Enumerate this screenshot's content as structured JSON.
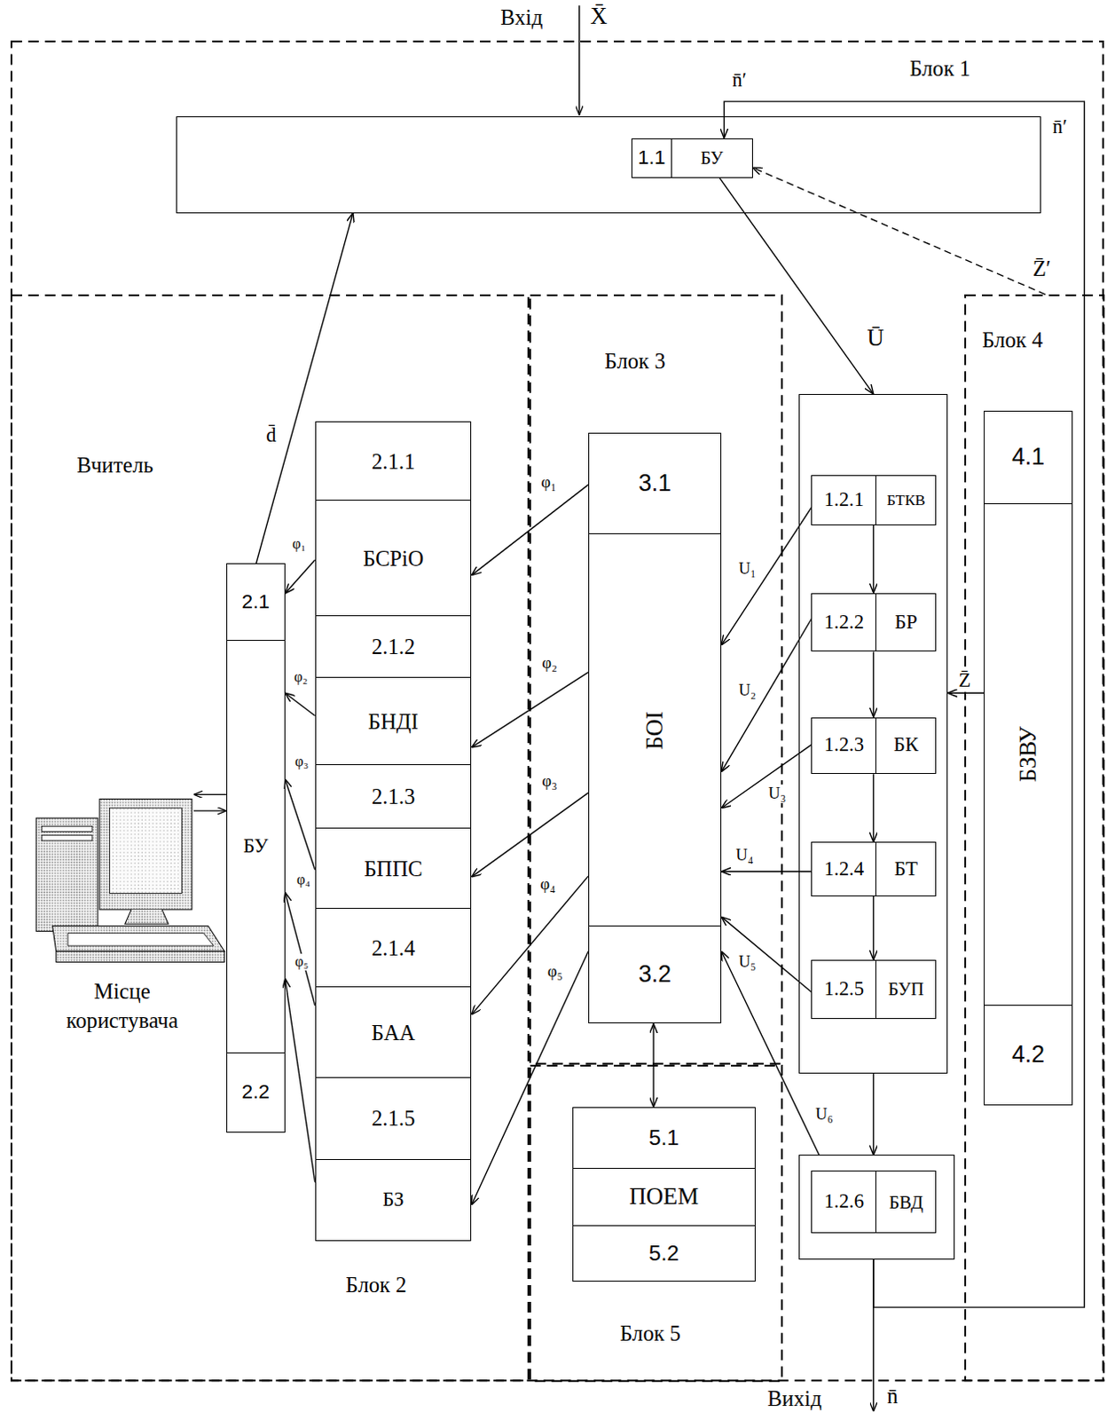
{
  "diagram": {
    "nodes": [
      {
        "text": [
          "Блок 1"
        ]
      },
      {
        "text": [],
        "in": 0
      },
      {
        "text": [
          "1.1",
          "БУ"
        ],
        "in": 1
      },
      {
        "text": [
          "Блок 2"
        ],
        "in": 0
      },
      {
        "text": [
          "2.1"
        ],
        "in": 3
      },
      {
        "text": [
          "БУ"
        ],
        "in": 3
      },
      {
        "text": [
          "2.2"
        ],
        "in": 3
      },
      {
        "text": [
          "2.1.1"
        ],
        "in": 3
      },
      {
        "text": [
          "БСРіО"
        ],
        "in": 3
      },
      {
        "text": [
          "2.1.2"
        ],
        "in": 3
      },
      {
        "text": [
          "БНДІ"
        ],
        "in": 3
      },
      {
        "text": [
          "2.1.3"
        ],
        "in": 3
      },
      {
        "text": [
          "БППС"
        ],
        "in": 3
      },
      {
        "text": [
          "2.1.4"
        ],
        "in": 3
      },
      {
        "text": [
          "БАА"
        ],
        "in": 3
      },
      {
        "text": [
          "2.1.5"
        ],
        "in": 3
      },
      {
        "text": [
          "БЗ"
        ],
        "in": 3
      },
      {
        "text": [
          "Блок 3"
        ],
        "in": 0
      },
      {
        "text": [
          "3.1"
        ],
        "in": 17
      },
      {
        "text": [
          "БОІ"
        ],
        "in": 17
      },
      {
        "text": [
          "3.2"
        ],
        "in": 17
      },
      {
        "text": [
          "Блок 5"
        ],
        "in": 0
      },
      {
        "text": [
          "5.1"
        ],
        "in": 21
      },
      {
        "text": [
          "ПОЕМ"
        ],
        "in": 21
      },
      {
        "text": [
          "5.2"
        ],
        "in": 21
      },
      {
        "text": [],
        "in": 0
      },
      {
        "text": [
          "1.2.1",
          "БТКВ"
        ],
        "in": 25
      },
      {
        "text": [
          "1.2.2",
          "БР"
        ],
        "in": 25
      },
      {
        "text": [
          "1.2.3",
          "БК"
        ],
        "in": 25
      },
      {
        "text": [
          "1.2.4",
          "БТ"
        ],
        "in": 25
      },
      {
        "text": [
          "1.2.5",
          "БУП"
        ],
        "in": 25
      },
      {
        "text": [],
        "in": 0
      },
      {
        "text": [
          "1.2.6",
          "БВД"
        ],
        "in": 31
      },
      {
        "text": [
          "Блок 4"
        ],
        "in": 0
      },
      {
        "text": [
          "4.1"
        ],
        "in": 33
      },
      {
        "text": [
          "БЗВУ"
        ],
        "in": 33
      },
      {
        "text": [
          "4.2"
        ],
        "in": 33
      }
    ],
    "edges": [
      {
        "from": 4,
        "to": 1,
        "arrow": "to",
        "label": "d̄"
      },
      {
        "from": 2,
        "to": 25,
        "arrow": "to",
        "label": "Ū"
      },
      {
        "from": 33,
        "to": 2,
        "arrow": "to",
        "label": "Z̄′"
      },
      {
        "from": 31,
        "to": 2,
        "arrow": "to",
        "label": "n̄′"
      },
      {
        "from": 26,
        "to": 27,
        "arrow": "to"
      },
      {
        "from": 27,
        "to": 28,
        "arrow": "to"
      },
      {
        "from": 28,
        "to": 29,
        "arrow": "to"
      },
      {
        "from": 29,
        "to": 30,
        "arrow": "to"
      },
      {
        "from": 26,
        "to": 19,
        "arrow": "to",
        "label": "U₁"
      },
      {
        "from": 27,
        "to": 19,
        "arrow": "to",
        "label": "U₂"
      },
      {
        "from": 28,
        "to": 19,
        "arrow": "to",
        "label": "U₃"
      },
      {
        "from": 29,
        "to": 19,
        "arrow": "to",
        "label": "U₄"
      },
      {
        "from": 30,
        "to": 19,
        "arrow": "to",
        "label": "U₅"
      },
      {
        "from": 31,
        "to": 20,
        "arrow": "to",
        "label": "U₆"
      },
      {
        "from": 25,
        "to": 31,
        "arrow": "to"
      },
      {
        "from": 20,
        "to": 22,
        "arrow": "both"
      },
      {
        "from": 18,
        "to": 8,
        "arrow": "to",
        "label": "φ₁"
      },
      {
        "from": 19,
        "to": 10,
        "arrow": "to",
        "label": "φ₂"
      },
      {
        "from": 19,
        "to": 12,
        "arrow": "to",
        "label": "φ₃"
      },
      {
        "from": 19,
        "to": 14,
        "arrow": "to",
        "label": "φ₄"
      },
      {
        "from": 20,
        "to": 16,
        "arrow": "to",
        "label": "φ₅"
      },
      {
        "from": 8,
        "to": 4,
        "arrow": "to",
        "label": "φ₁"
      },
      {
        "from": 10,
        "to": 5,
        "arrow": "to",
        "label": "φ₂"
      },
      {
        "from": 12,
        "to": 5,
        "arrow": "to",
        "label": "φ₃"
      },
      {
        "from": 14,
        "to": 5,
        "arrow": "to",
        "label": "φ₄"
      },
      {
        "from": 16,
        "to": 5,
        "arrow": "to",
        "label": "φ₅"
      },
      {
        "from": 35,
        "to": 25,
        "arrow": "to",
        "label": "Z̄"
      }
    ],
    "labels": [
      "Вхід",
      "X̄",
      "Вчитель",
      "Місце користувача",
      "Вихід",
      "n̄",
      "n̄′"
    ]
  }
}
